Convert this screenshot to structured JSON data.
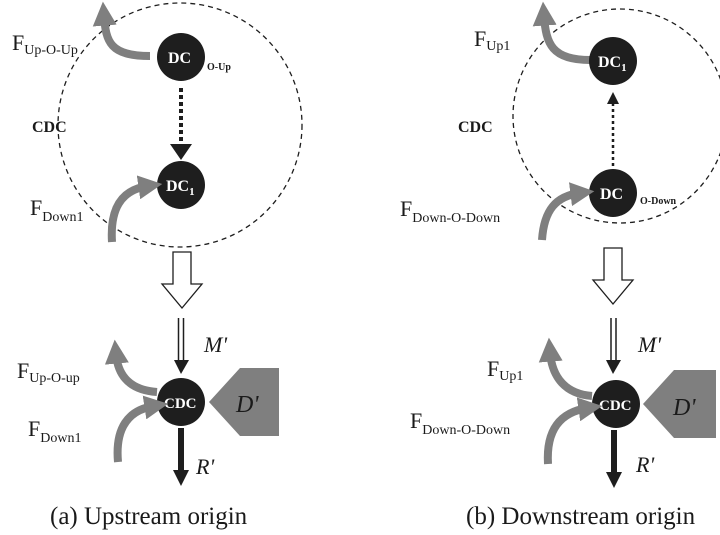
{
  "colors": {
    "node": "#1e1e1e",
    "flow_arrow": "#7f7f7f",
    "text": "#1a1a1a",
    "node_text": "#ffffff"
  },
  "panel_a": {
    "caption": "(a) Upstream origin",
    "region_label": "CDC",
    "node_upper": {
      "main": "DC",
      "sub": "O-Up"
    },
    "node_lower": {
      "main": "DC",
      "sub": "1"
    },
    "flow_out_top": {
      "main": "F",
      "sub": "Up-O-Up"
    },
    "flow_in_top": {
      "main": "F",
      "sub": "Down1"
    },
    "merged_node": "CDC",
    "flow_out_bottom": {
      "main": "F",
      "sub": "Up-O-up"
    },
    "flow_in_bottom": {
      "main": "F",
      "sub": "Down1"
    },
    "m_label": "M'",
    "d_label": "D'",
    "r_label": "R'"
  },
  "panel_b": {
    "caption": "(b) Downstream origin",
    "region_label": "CDC",
    "node_upper": {
      "main": "DC",
      "sub": "1"
    },
    "node_lower": {
      "main": "DC",
      "sub": "O-Down"
    },
    "flow_out_top": {
      "main": "F",
      "sub": "Up1"
    },
    "flow_in_top": {
      "main": "F",
      "sub": "Down-O-Down"
    },
    "merged_node": "CDC",
    "flow_out_bottom": {
      "main": "F",
      "sub": "Up1"
    },
    "flow_in_bottom": {
      "main": "F",
      "sub": "Down-O-Down"
    },
    "m_label": "M'",
    "d_label": "D'",
    "r_label": "R'"
  }
}
